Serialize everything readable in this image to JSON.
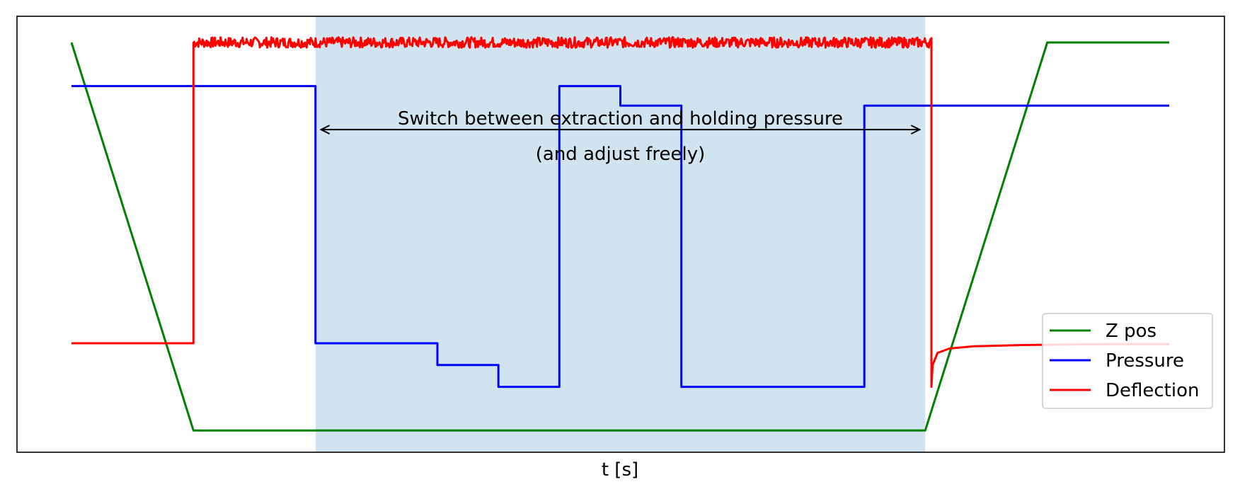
{
  "chart_data": {
    "type": "line",
    "title": "",
    "xlabel": "t [s]",
    "ylabel": "",
    "xlim": [
      0,
      10
    ],
    "ylim": [
      0,
      1
    ],
    "grid": false,
    "ticks_visible": false,
    "legend": {
      "placement": "lower-right"
    },
    "shaded_region": {
      "x": [
        2,
        7
      ],
      "color": "#d2e3f0"
    },
    "annotation": {
      "text_line1": "Switch between extraction and holding pressure",
      "text_line2": "(and adjust freely)",
      "arrow_x": [
        2,
        7
      ],
      "arrow_y": 0.74
    },
    "series": [
      {
        "name": "Z pos",
        "color": "#008000",
        "x": [
          0,
          1,
          7,
          8,
          9
        ],
        "y": [
          0.94,
          0.05,
          0.05,
          0.94,
          0.94
        ]
      },
      {
        "name": "Pressure",
        "color": "#0000ff",
        "x": [
          0,
          2,
          2,
          3,
          3,
          3.5,
          3.5,
          4,
          4,
          4.5,
          4.5,
          5,
          5,
          6.5,
          6.5,
          9
        ],
        "y": [
          0.84,
          0.84,
          0.25,
          0.25,
          0.2,
          0.2,
          0.15,
          0.15,
          0.84,
          0.84,
          0.795,
          0.795,
          0.15,
          0.15,
          0.795,
          0.795
        ]
      },
      {
        "name": "Deflection",
        "color": "#ff0000",
        "noise_region": {
          "x": [
            1,
            7.05
          ],
          "y_mean": 0.94,
          "amplitude": 0.012
        },
        "x": [
          0,
          1,
          1,
          7.05,
          7.05,
          7.06,
          7.1,
          7.2,
          7.4,
          7.8,
          8.5,
          9
        ],
        "y": [
          0.25,
          0.25,
          0.94,
          0.94,
          0.15,
          0.2,
          0.228,
          0.238,
          0.243,
          0.246,
          0.248,
          0.248
        ]
      }
    ]
  }
}
